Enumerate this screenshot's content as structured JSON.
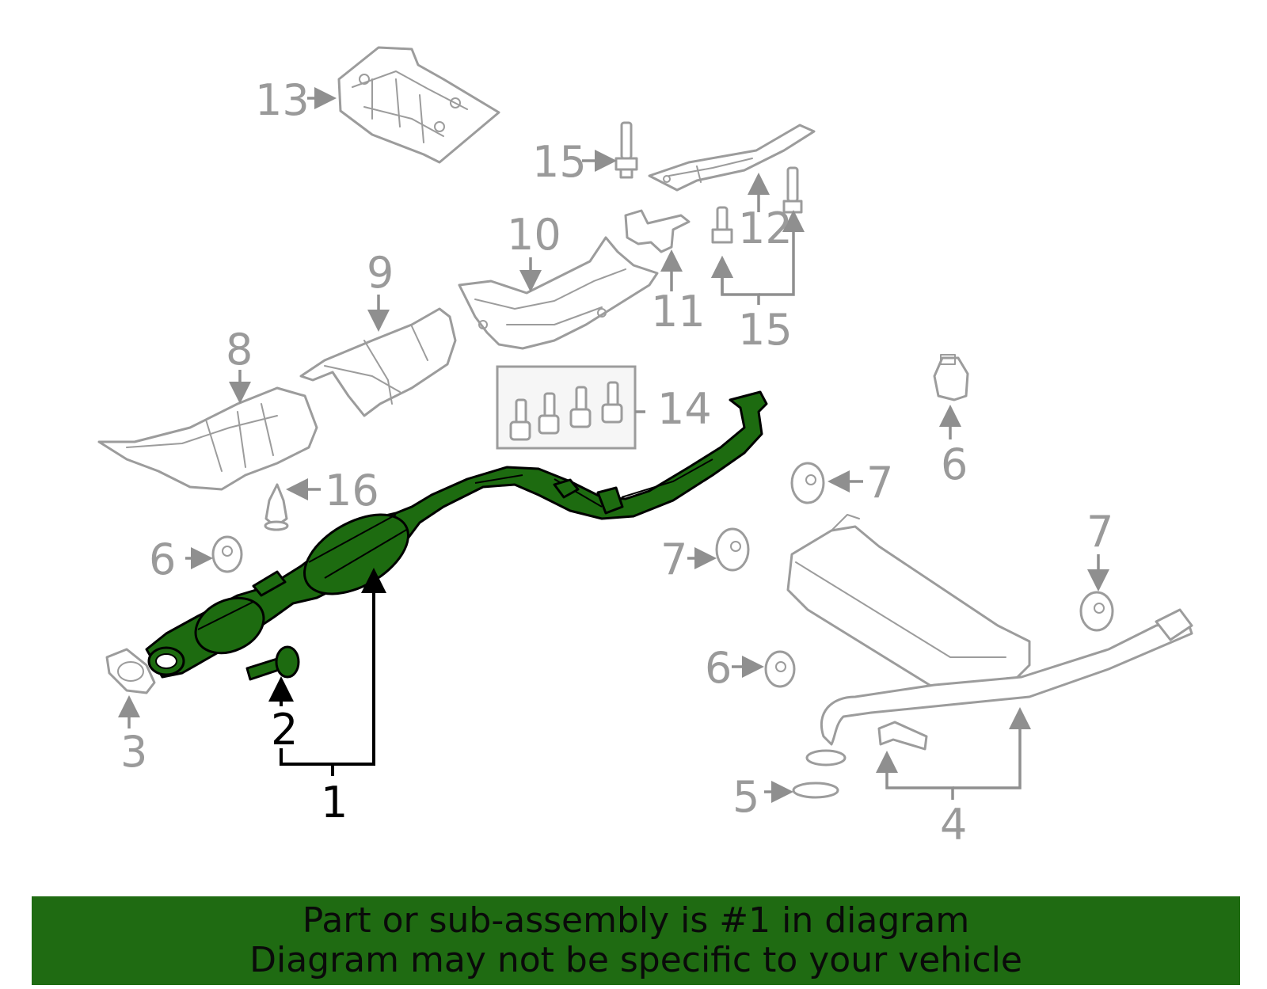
{
  "callouts": {
    "c1": "1",
    "c2": "2",
    "c3": "3",
    "c4": "4",
    "c5": "5",
    "c6a": "6",
    "c6b": "6",
    "c6c": "6",
    "c7a": "7",
    "c7b": "7",
    "c7c": "7",
    "c8": "8",
    "c9": "9",
    "c10": "10",
    "c11": "11",
    "c12": "12",
    "c13": "13",
    "c14": "14",
    "c15a": "15",
    "c15b": "15",
    "c16": "16"
  },
  "highlight_color": "#1d6b10",
  "banner": {
    "line1": "Part or sub-assembly is #1 in diagram",
    "line2": "Diagram may not be specific to your vehicle",
    "background": "#1f6b12"
  }
}
